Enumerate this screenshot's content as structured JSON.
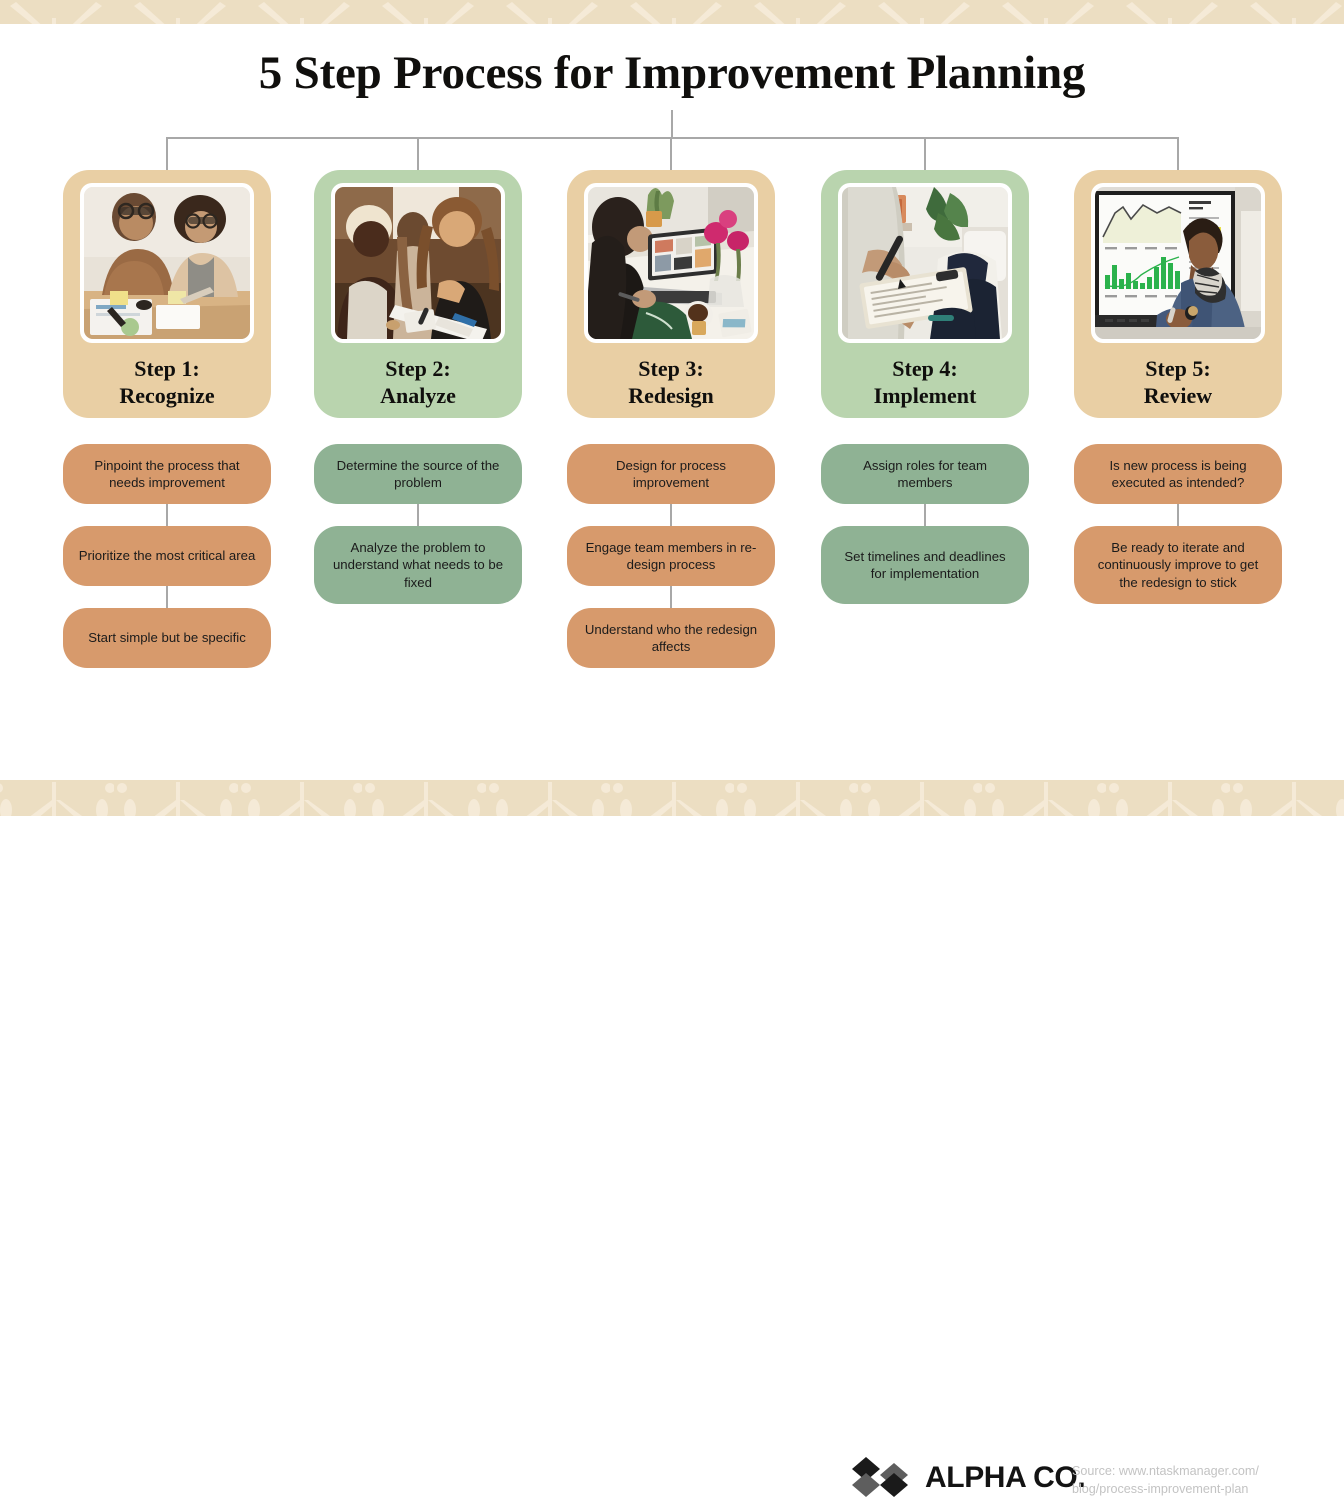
{
  "header": {
    "title": "5 Step Process for Improvement Planning"
  },
  "colors": {
    "band_bg": "#ecdec2",
    "band_motif": "#f3e8d3",
    "card_tan": "#e9cfa4",
    "card_green": "#b9d4ae",
    "pill_orange": "#d79a6c",
    "pill_green": "#8fb294",
    "connector": "#a8a8a8",
    "text_dark": "#100f0d",
    "source_text": "#c3c3c3"
  },
  "steps": [
    {
      "label_line1": "Step 1:",
      "label_line2": "Recognize",
      "theme": "tan",
      "photo_name": "photo-two-colleagues-reviewing-documents",
      "details": [
        "Pinpoint the process that needs improvement",
        "Prioritize the most critical area",
        "Start simple but be specific"
      ]
    },
    {
      "label_line1": "Step 2:",
      "label_line2": "Analyze",
      "theme": "green",
      "photo_name": "photo-team-discussing-around-table",
      "details": [
        "Determine the source of the problem",
        "Analyze the problem to understand what needs to be fixed"
      ]
    },
    {
      "label_line1": "Step 3:",
      "label_line2": "Redesign",
      "theme": "tan",
      "photo_name": "photo-woman-at-laptop-with-flowers",
      "details": [
        "Design for process improvement",
        "Engage team members in re-design process",
        "Understand who the redesign affects"
      ]
    },
    {
      "label_line1": "Step 4:",
      "label_line2": "Implement",
      "theme": "green",
      "photo_name": "photo-person-writing-on-clipboard",
      "details": [
        "Assign roles for team members",
        "Set timelines and deadlines for implementation"
      ]
    },
    {
      "label_line1": "Step 5:",
      "label_line2": "Review",
      "theme": "tan",
      "photo_name": "photo-man-reviewing-dashboard-charts",
      "details": [
        "Is new process is being executed as intended?",
        "Be ready to iterate and continuously improve to get the redesign to stick"
      ]
    }
  ],
  "footer": {
    "brand_name": "ALPHA CO.",
    "logo_name": "alpha-co-diamond-logo",
    "source_line1": "Source: www.ntaskmanager.com/",
    "source_line2": "blog/process-improvement-plan"
  }
}
